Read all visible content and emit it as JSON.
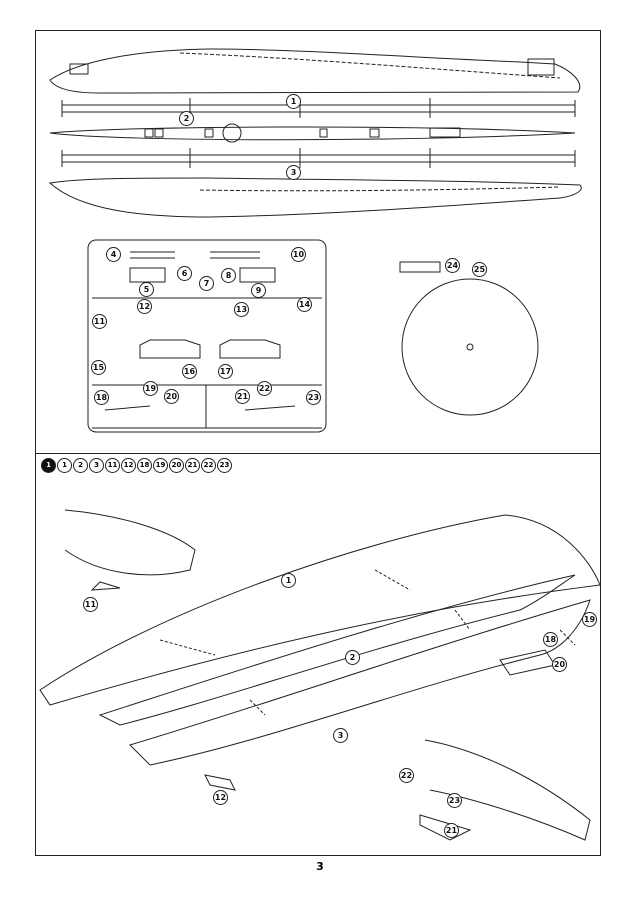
{
  "sprue_parts": [
    {
      "label": "1"
    },
    {
      "label": "2"
    },
    {
      "label": "3"
    },
    {
      "label": "4"
    },
    {
      "label": "5"
    },
    {
      "label": "6"
    },
    {
      "label": "7"
    },
    {
      "label": "8"
    },
    {
      "label": "9"
    },
    {
      "label": "10"
    },
    {
      "label": "11"
    },
    {
      "label": "12"
    },
    {
      "label": "13"
    },
    {
      "label": "14"
    },
    {
      "label": "15"
    },
    {
      "label": "16"
    },
    {
      "label": "17"
    },
    {
      "label": "18"
    },
    {
      "label": "19"
    },
    {
      "label": "20"
    },
    {
      "label": "21"
    },
    {
      "label": "22"
    },
    {
      "label": "23"
    },
    {
      "label": "24"
    },
    {
      "label": "25"
    }
  ],
  "step": {
    "number": "1",
    "parts": [
      "1",
      "2",
      "3",
      "11",
      "12",
      "18",
      "19",
      "20",
      "21",
      "22",
      "23"
    ]
  },
  "assembly_parts": [
    "11",
    "1",
    "2",
    "3",
    "12",
    "19",
    "18",
    "20",
    "22",
    "23",
    "21"
  ],
  "page_number": "3"
}
